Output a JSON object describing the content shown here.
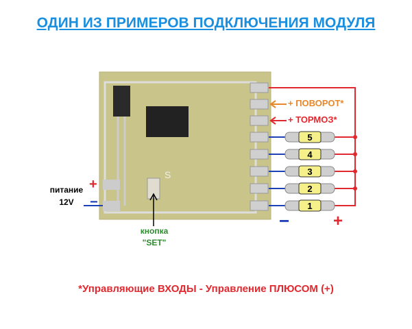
{
  "title": "ОДИН ИЗ ПРИМЕРОВ ПОДКЛЮЧЕНИЯ МОДУЛЯ",
  "labels": {
    "turn": "+ ПОВОРОТ*",
    "brake": "+ ТОРМОЗ*",
    "power_line1": "питание",
    "power_line2": "12V",
    "button_line1": "кнопка",
    "button_line2": "\"SET\"",
    "plus": "+",
    "minus": "−",
    "pcb_s": "S"
  },
  "leds": [
    "5",
    "4",
    "3",
    "2",
    "1"
  ],
  "footer": "*Управляющие ВХОДЫ - Управление ПЛЮСОМ (+)",
  "colors": {
    "title": "#1a8fe0",
    "red": "#e0282e",
    "orange": "#e8872a",
    "blue": "#1f3fb5",
    "green": "#2e8b2e",
    "pcb": "#c9c48a",
    "led": "#f5f08a"
  }
}
